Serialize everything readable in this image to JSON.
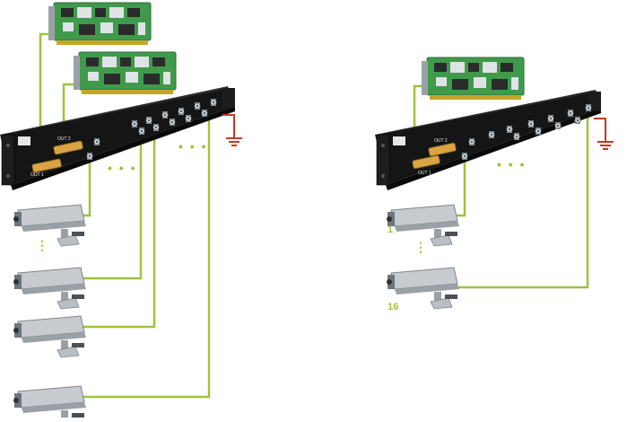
{
  "colors": {
    "wire": "#9cc43a",
    "ground": "#c0392b",
    "panel": "#151515",
    "pcb": "#3f9a4c",
    "camera": "#c7cbd0"
  },
  "left_diagram": {
    "port_label_out2": "OUT 2",
    "port_label_out1": "OUT 1",
    "panel_dots": "• • •",
    "panel_dots_2": "• • •",
    "camera_dots": "⋮"
  },
  "right_diagram": {
    "port_label_out2": "OUT 2",
    "port_label_out1": "OUT 1",
    "panel_dots": "•    •    •",
    "camera_dots": "⋮",
    "camera_first_label": "1",
    "camera_last_label": "16"
  },
  "icons": {
    "capture_card": "pcb-card-icon",
    "patch_panel": "rack-panel-icon",
    "camera": "cctv-camera-icon",
    "ground": "ground-icon"
  }
}
